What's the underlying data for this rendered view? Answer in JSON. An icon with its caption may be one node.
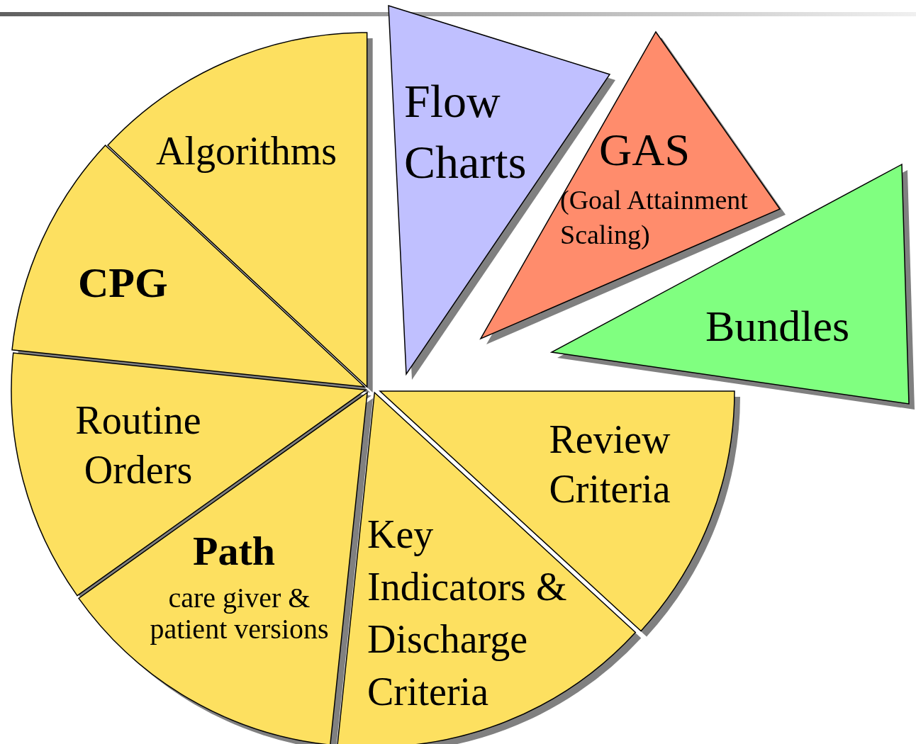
{
  "diagram": {
    "nodes": [
      {
        "text": [
          "Algorithms"
        ]
      },
      {
        "text": [
          "CPG"
        ]
      },
      {
        "text": [
          "Routine Orders"
        ]
      },
      {
        "text": [
          "Path",
          "care giver & patient versions"
        ]
      },
      {
        "text": [
          "Key Indicators & Discharge Criteria"
        ]
      },
      {
        "text": [
          "Review Criteria"
        ]
      },
      {
        "text": [
          "Flow Charts"
        ]
      },
      {
        "text": [
          "GAS",
          "(Goal Attainment Scaling)"
        ]
      },
      {
        "text": [
          "Bundles"
        ]
      }
    ]
  }
}
